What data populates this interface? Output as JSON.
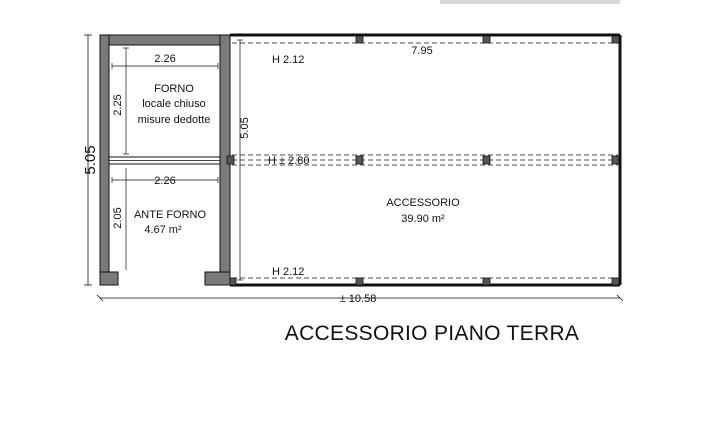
{
  "plan": {
    "title": "ACCESSORIO PIANO TERRA",
    "total_width": "± 10.58",
    "total_depth": "5.05",
    "inner_depth": "5.05",
    "forno": {
      "name": "FORNO",
      "line2": "locale chiuso",
      "line3": "misure dedotte",
      "width": "2.26",
      "height": "2.25"
    },
    "ante_forno": {
      "name": "ANTE FORNO",
      "area": "4.67 m²",
      "width": "2.26",
      "height": "2.05"
    },
    "accessorio": {
      "name": "ACCESSORIO",
      "area": "39.90 m²",
      "length": "7.95",
      "h_top": "H 2.12",
      "h_mid": "H ± 2.80",
      "h_bottom": "H 2.12"
    }
  }
}
